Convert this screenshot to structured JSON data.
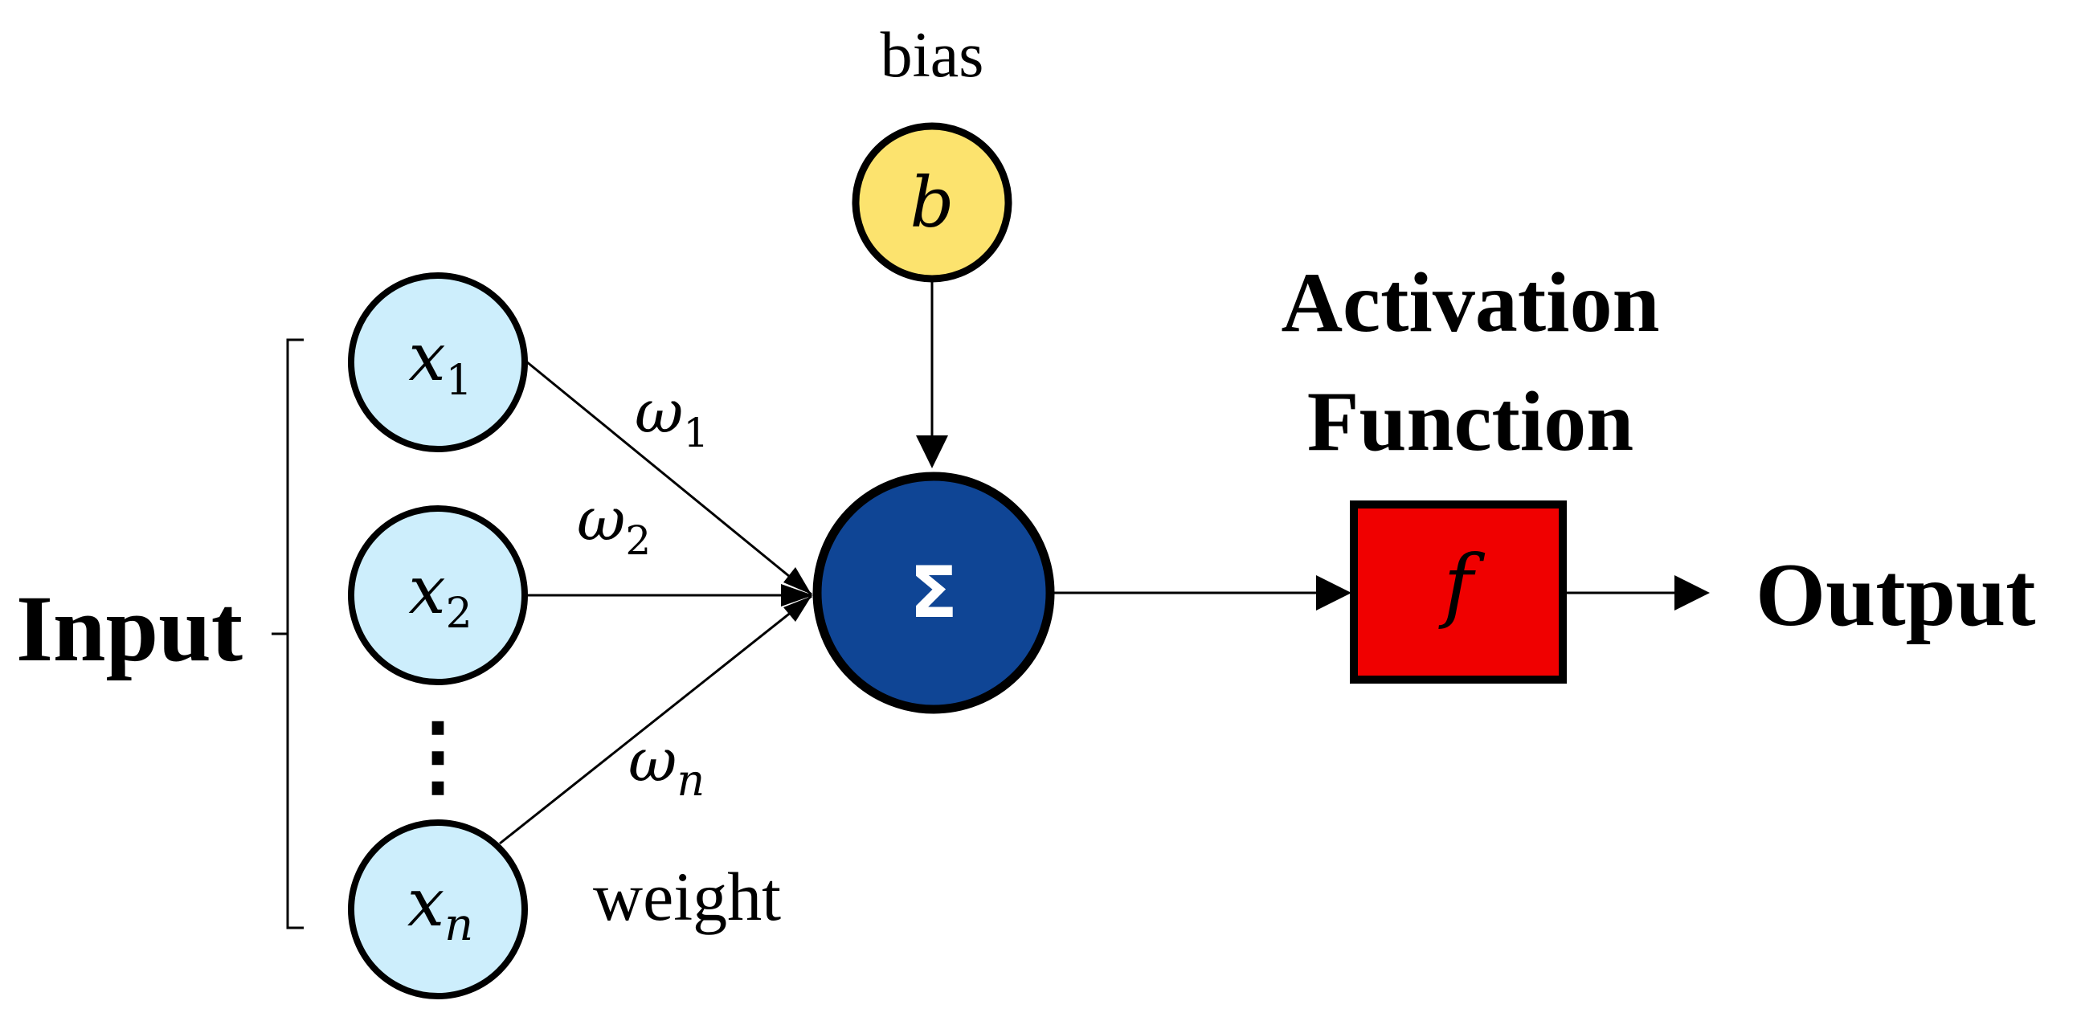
{
  "labels": {
    "input": "Input",
    "bias": "bias",
    "weight": "weight",
    "activation_line1": "Activation",
    "activation_line2": "Function",
    "output": "Output"
  },
  "nodes": {
    "inputs": [
      {
        "var": "x",
        "sub": "1"
      },
      {
        "var": "x",
        "sub": "2"
      },
      {
        "var": "x",
        "sub": "n"
      }
    ],
    "bias": {
      "symbol": "b"
    },
    "sum": {
      "symbol": "Σ"
    },
    "activation": {
      "symbol": "f"
    }
  },
  "weights": [
    {
      "var": "ω",
      "sub": "1"
    },
    {
      "var": "ω",
      "sub": "2"
    },
    {
      "var": "ω",
      "sub": "n"
    }
  ],
  "ellipsis": "⋮",
  "colors": {
    "input_node": "#cdeefc",
    "bias_node": "#fce36e",
    "sum_node": "#0f4595",
    "activation_box": "#f00000",
    "stroke": "#000000"
  }
}
